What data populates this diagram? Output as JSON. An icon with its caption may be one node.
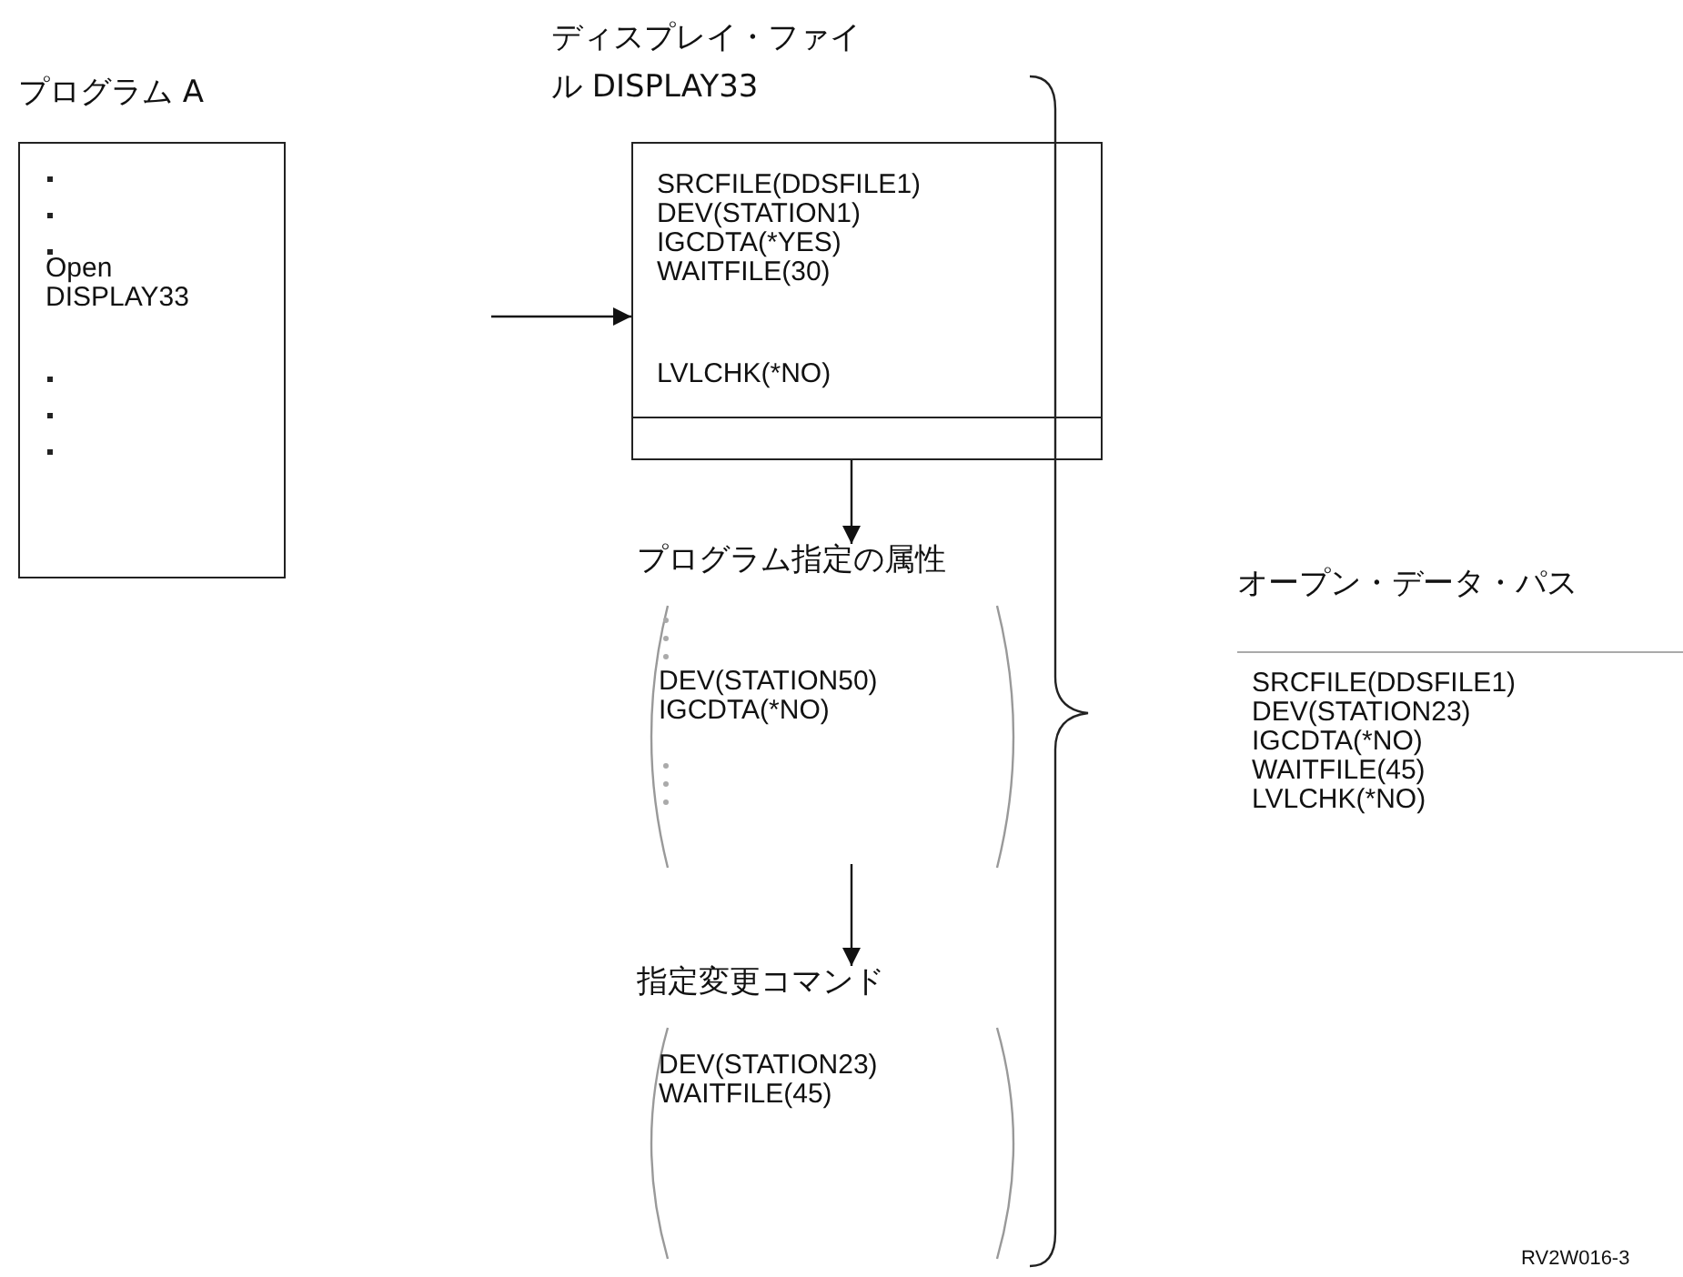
{
  "diagram": {
    "nodes": [
      {
        "text": [
          "プログラム A",
          "Open DISPLAY33"
        ]
      },
      {
        "text": [
          "ディスプレイ・ファイル DISPLAY33",
          "SRCFILE(DDSFILE1) DEV(STATION1) IGCDTA(*YES) WAITFILE(30)",
          "LVLCHK(*NO)"
        ]
      },
      {
        "text": [
          "プログラム指定の属性",
          "DEV(STATION50) IGCDTA(*NO)"
        ]
      },
      {
        "text": [
          "指定変更コマンド",
          "DEV(STATION23) WAITFILE(45)"
        ]
      },
      {
        "text": [
          "オープン・データ・パス",
          "SRCFILE(DDSFILE1) DEV(STATION23) IGCDTA(*NO) WAITFILE(45) LVLCHK(*NO)"
        ]
      }
    ],
    "edges": [
      {
        "from": null,
        "to": 1,
        "arrow": "to"
      },
      {
        "from": 1,
        "to": 2,
        "arrow": "to"
      },
      {
        "from": 2,
        "to": 3,
        "arrow": "to"
      }
    ],
    "labels": [
      "RV2W016-3"
    ]
  }
}
